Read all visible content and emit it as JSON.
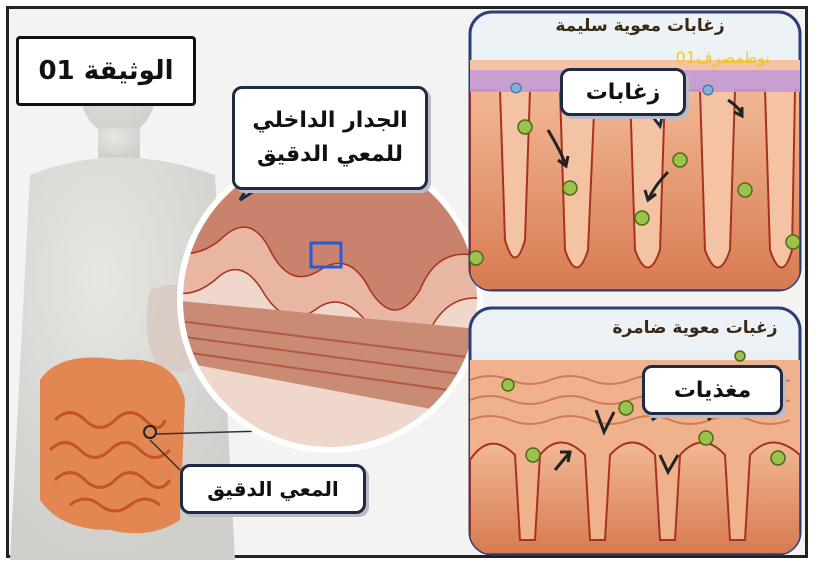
{
  "document": {
    "title": "الوثيقة 01"
  },
  "labels": {
    "inner_wall_line1": "الجدار الداخلي",
    "inner_wall_line2": "للمعي الدقيق",
    "small_intestine": "المعي الدقيق",
    "villi": "زغابات",
    "nutrients": "مغذيات"
  },
  "panels": {
    "healthy_title": "زغابات معوية سليمة",
    "atrophied_title": "زغبات معوية ضامرة"
  },
  "watermark": "نوطمصرف01",
  "colors": {
    "tissue": "#e9a07a",
    "tissue_dark": "#c5562e",
    "villus_core": "#a8321f",
    "nutrient": "#9bc24a",
    "panel_border": "#2c3e7a",
    "intestine": "#e9772f"
  }
}
